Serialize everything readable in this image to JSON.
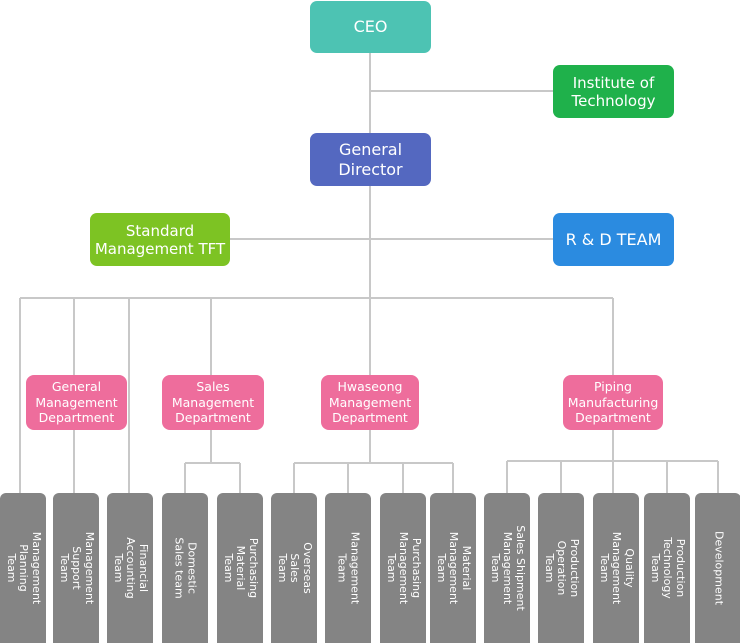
{
  "org": {
    "ceo": "CEO",
    "institute": "Institute of\nTechnology",
    "general_director": "General\nDirector",
    "standard_tft": "Standard\nManagement TFT",
    "rd_team": "R & D TEAM",
    "departments": [
      "General\nManagement\nDepartment",
      "Sales\nManagement\nDepartment",
      "Hwaseong\nManagement\nDepartment",
      "Piping\nManufacturing\nDepartment"
    ],
    "teams": [
      "Management\nPlanning\nTeam",
      "Management\nSupport\nTeam",
      "Financial\nAccounting\nTeam",
      "Domestic\nSales team",
      "Purchasing\nMaterial\nTeam",
      "Overseas\nSales\nTeam",
      "Management\nTeam",
      "Purchasing\nManagement\nTeam",
      "Material\nManagement\nTeam",
      "Sales Shipment\nManagement\nTeam",
      "Production\nOperation\nTeam",
      "Quality\nManagement\nTeam",
      "Production\nTechnology\nTeam",
      "Development"
    ]
  },
  "colors": {
    "ceo": "#4dc3b3",
    "institute": "#1fb14b",
    "general_director": "#5468c0",
    "standard_tft": "#7dc323",
    "rd_team": "#2b8be0",
    "department": "#ee6d9c",
    "team": "#848484",
    "connector": "#c8c8c8"
  }
}
